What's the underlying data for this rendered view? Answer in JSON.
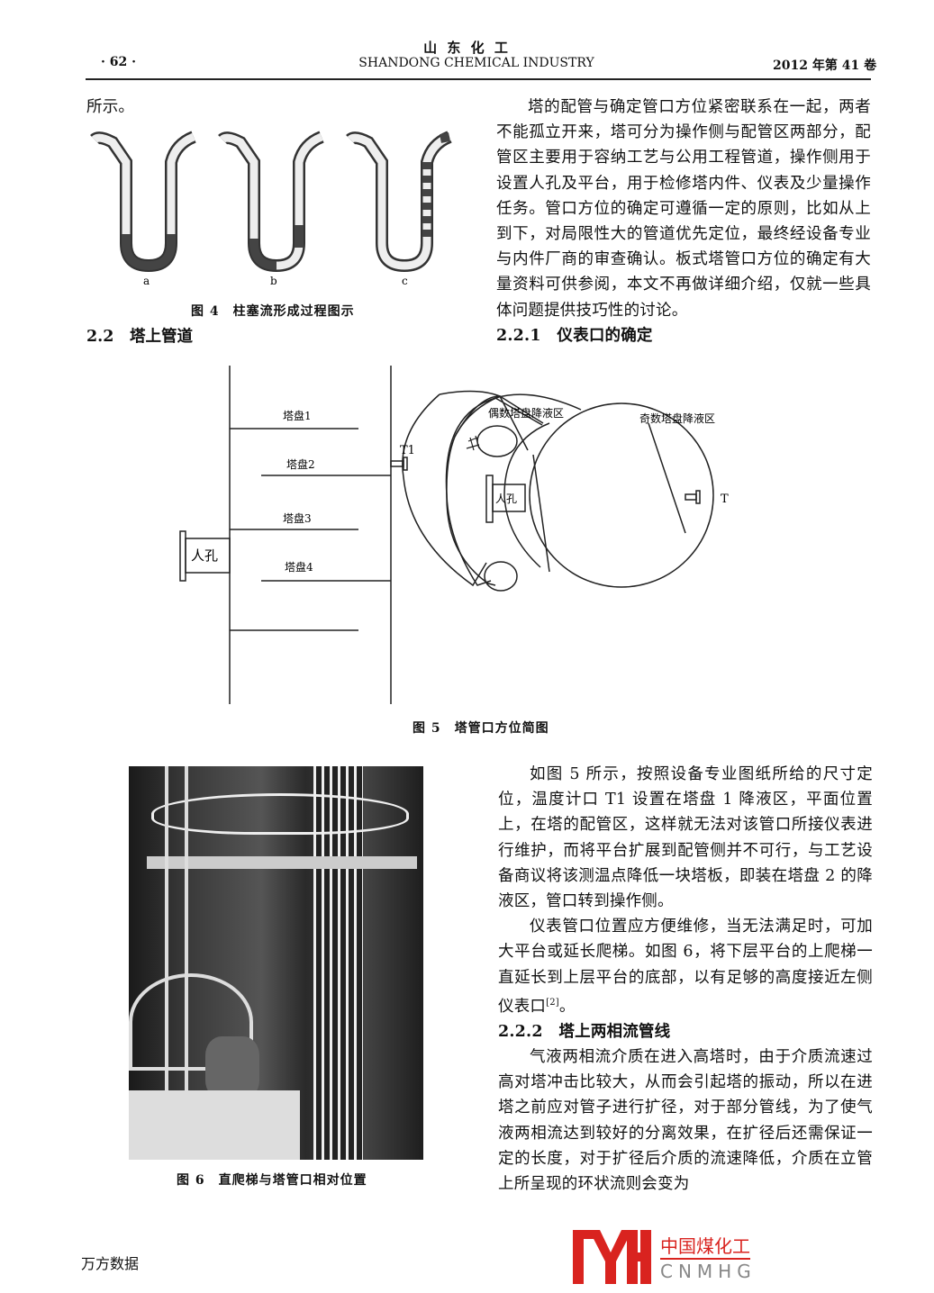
{
  "header": {
    "page_number": "· 62 ·",
    "journal_cn": "山 东 化 工",
    "journal_en": "SHANDONG CHEMICAL INDUSTRY",
    "issue": "2012 年第 41 卷"
  },
  "left": {
    "intro": "所示。",
    "fig4": {
      "labels": [
        "a",
        "b",
        "c"
      ],
      "caption": "图 4　柱塞流形成过程图示"
    },
    "section": "2.2　塔上管道"
  },
  "right_top": {
    "paragraph": "塔的配管与确定管口方位紧密联系在一起，两者不能孤立开来，塔可分为操作侧与配管区两部分，配管区主要用于容纳工艺与公用工程管道，操作侧用于设置人孔及平台，用于检修塔内件、仪表及少量操作任务。管口方位的确定可遵循一定的原则，比如从上到下，对局限性大的管道优先定位，最终经设备专业与内件厂商的审查确认。板式塔管口方位的确定有大量资料可供参阅，本文不再做详细介绍，仅就一些具体问题提供技巧性的讨论。",
    "subsection": "2.2.1　仪表口的确定"
  },
  "fig5": {
    "trays": [
      "塔盘1",
      "塔盘2",
      "塔盘3",
      "塔盘4"
    ],
    "manhole": "人孔",
    "t1": "T1",
    "even_zone": "偶数塔盘降液区",
    "odd_zone": "奇数塔盘降液区",
    "t": "T",
    "caption": "图 5　塔管口方位简图"
  },
  "fig6": {
    "caption": "图 6　直爬梯与塔管口相对位置"
  },
  "right_bottom": {
    "p1": "如图 5 所示，按照设备专业图纸所给的尺寸定位，温度计口 T1 设置在塔盘 1 降液区，平面位置上，在塔的配管区，这样就无法对该管口所接仪表进行维护，而将平台扩展到配管侧并不可行，与工艺设备商议将该测温点降低一块塔板，即装在塔盘 2 的降液区，管口转到操作侧。",
    "p2": "仪表管口位置应方便维修，当无法满足时，可加大平台或延长爬梯。如图 6，将下层平台的上爬梯一直延长到上层平台的底部，以有足够的高度接近左侧仪表口",
    "p2_ref": "[2]",
    "p2_end": "。",
    "subsection": "2.2.2　塔上两相流管线",
    "p3": "气液两相流介质在进入高塔时，由于介质流速过高对塔冲击比较大，从而会引起塔的振动，所以在进塔之前应对管子进行扩径，对于部分管线，为了使气液两相流达到较好的分离效果，在扩径后还需保证一定的长度，对于扩径后介质的流速降低，介质在立管上所呈现的环状流则会变为"
  },
  "watermark": {
    "logo": "MH",
    "cn": "中国煤化工",
    "en": "CNMHG",
    "color": "#d9231f"
  },
  "footer": {
    "source": "万方数据"
  }
}
